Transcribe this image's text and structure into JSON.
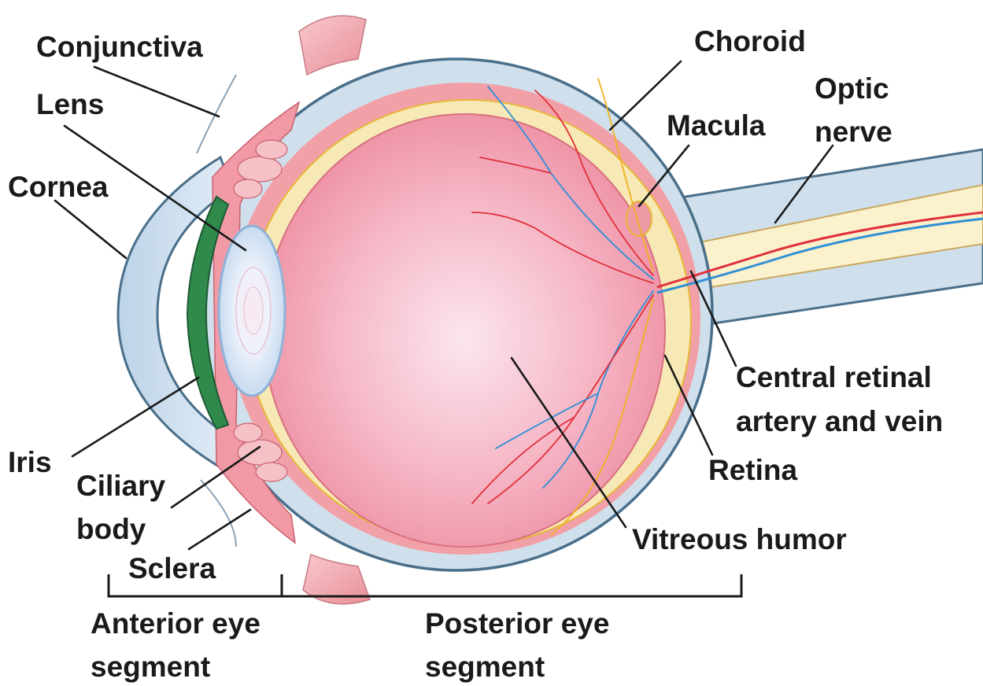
{
  "labels": {
    "conjunctiva": "Conjunctiva",
    "lens": "Lens",
    "cornea": "Cornea",
    "iris": "Iris",
    "ciliary_line1": "Ciliary",
    "ciliary_line2": "body",
    "sclera": "Sclera",
    "choroid": "Choroid",
    "macula": "Macula",
    "optic_line1": "Optic",
    "optic_line2": "nerve",
    "central_line1": "Central retinal",
    "central_line2": "artery and vein",
    "retina": "Retina",
    "vitreous": "Vitreous humor",
    "anterior_line1": "Anterior eye",
    "anterior_line2": "segment",
    "posterior_line1": "Posterior eye",
    "posterior_line2": "segment"
  },
  "colors": {
    "sclera": "#cfe0ec",
    "sclera_outline": "#4a6f8a",
    "choroid": "#f2a0a8",
    "retina": "#f7e9b5",
    "vitreous": "#f5a3b3",
    "vitreous_center": "#fbe3ec",
    "lens": "#dde9f6",
    "iris": "#2f8a4c",
    "ciliary": "#e05a6a",
    "artery": "#e0303a",
    "vein": "#2e8fd6",
    "retinal_vessel": "#f0b020",
    "optic_nerve": "#fbf1cc",
    "muscle": "#f0a0a8"
  }
}
